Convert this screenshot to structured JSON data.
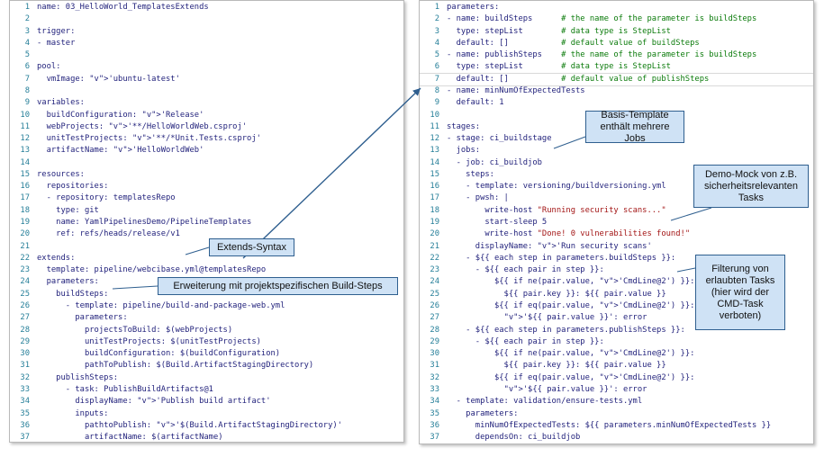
{
  "left": {
    "lines": [
      {
        "n": "1",
        "t": "name: 03_HelloWorld_TemplatesExtends"
      },
      {
        "n": "2",
        "t": ""
      },
      {
        "n": "3",
        "t": "trigger:"
      },
      {
        "n": "4",
        "t": "- master"
      },
      {
        "n": "5",
        "t": ""
      },
      {
        "n": "6",
        "t": "pool:"
      },
      {
        "n": "7",
        "t": "  vmImage: 'ubuntu-latest'"
      },
      {
        "n": "8",
        "t": ""
      },
      {
        "n": "9",
        "t": "variables:"
      },
      {
        "n": "10",
        "t": "  buildConfiguration: 'Release'"
      },
      {
        "n": "11",
        "t": "  webProjects: '**/HelloWorldWeb.csproj'"
      },
      {
        "n": "12",
        "t": "  unitTestProjects: '**/*Unit.Tests.csproj'"
      },
      {
        "n": "13",
        "t": "  artifactName: 'HelloWorldWeb'"
      },
      {
        "n": "14",
        "t": ""
      },
      {
        "n": "15",
        "t": "resources:"
      },
      {
        "n": "16",
        "t": "  repositories:"
      },
      {
        "n": "17",
        "t": "  - repository: templatesRepo"
      },
      {
        "n": "18",
        "t": "    type: git"
      },
      {
        "n": "19",
        "t": "    name: YamlPipelinesDemo/PipelineTemplates"
      },
      {
        "n": "20",
        "t": "    ref: refs/heads/release/v1"
      },
      {
        "n": "21",
        "t": ""
      },
      {
        "n": "22",
        "t": "extends:"
      },
      {
        "n": "23",
        "t": "  template: pipeline/webcibase.yml@templatesRepo"
      },
      {
        "n": "24",
        "t": "  parameters:"
      },
      {
        "n": "25",
        "t": "    buildSteps:"
      },
      {
        "n": "26",
        "t": "      - template: pipeline/build-and-package-web.yml"
      },
      {
        "n": "27",
        "t": "        parameters:"
      },
      {
        "n": "28",
        "t": "          projectsToBuild: $(webProjects)"
      },
      {
        "n": "29",
        "t": "          unitTestProjects: $(unitTestProjects)"
      },
      {
        "n": "30",
        "t": "          buildConfiguration: $(buildConfiguration)"
      },
      {
        "n": "31",
        "t": "          pathToPublish: $(Build.ArtifactStagingDirectory)"
      },
      {
        "n": "32",
        "t": "    publishSteps:"
      },
      {
        "n": "33",
        "t": "      - task: PublishBuildArtifacts@1"
      },
      {
        "n": "34",
        "t": "        displayName: 'Publish build artifact'"
      },
      {
        "n": "35",
        "t": "        inputs:"
      },
      {
        "n": "36",
        "t": "          pathtoPublish: '$(Build.ArtifactStagingDirectory)'"
      },
      {
        "n": "37",
        "t": "          artifactName: $(artifactName)"
      }
    ]
  },
  "right": {
    "lines": [
      {
        "n": "1",
        "t": "parameters:"
      },
      {
        "n": "2",
        "t": "- name: buildSteps      # the name of the parameter is buildSteps"
      },
      {
        "n": "3",
        "t": "  type: stepList        # data type is StepList"
      },
      {
        "n": "4",
        "t": "  default: []           # default value of buildSteps"
      },
      {
        "n": "5",
        "t": "- name: publishSteps    # the name of the parameter is buildSteps"
      },
      {
        "n": "6",
        "t": "  type: stepList        # data type is StepList"
      },
      {
        "n": "7",
        "t": "  default: []           # default value of publishSteps"
      },
      {
        "n": "8",
        "t": "- name: minNumOfExpectedTests"
      },
      {
        "n": "9",
        "t": "  default: 1"
      },
      {
        "n": "10",
        "t": ""
      },
      {
        "n": "11",
        "t": "stages:"
      },
      {
        "n": "12",
        "t": "- stage: ci_buildstage"
      },
      {
        "n": "13",
        "t": "  jobs:"
      },
      {
        "n": "14",
        "t": "  - job: ci_buildjob"
      },
      {
        "n": "15",
        "t": "    steps:"
      },
      {
        "n": "16",
        "t": "    - template: versioning/buildversioning.yml"
      },
      {
        "n": "17",
        "t": "    - pwsh: |"
      },
      {
        "n": "18",
        "t": "        write-host \"Running security scans...\""
      },
      {
        "n": "19",
        "t": "        start-sleep 5"
      },
      {
        "n": "20",
        "t": "        write-host \"Done! 0 vulnerabilities found!\""
      },
      {
        "n": "21",
        "t": "      displayName: 'Run security scans'"
      },
      {
        "n": "22",
        "t": "    - ${{ each step in parameters.buildSteps }}:"
      },
      {
        "n": "23",
        "t": "      - ${{ each pair in step }}:"
      },
      {
        "n": "24",
        "t": "          ${{ if ne(pair.value, 'CmdLine@2') }}:"
      },
      {
        "n": "25",
        "t": "            ${{ pair.key }}: ${{ pair.value }}"
      },
      {
        "n": "26",
        "t": "          ${{ if eq(pair.value, 'CmdLine@2') }}:"
      },
      {
        "n": "27",
        "t": "            '${{ pair.value }}': error"
      },
      {
        "n": "28",
        "t": "    - ${{ each step in parameters.publishSteps }}:"
      },
      {
        "n": "29",
        "t": "      - ${{ each pair in step }}:"
      },
      {
        "n": "30",
        "t": "          ${{ if ne(pair.value, 'CmdLine@2') }}:"
      },
      {
        "n": "31",
        "t": "            ${{ pair.key }}: ${{ pair.value }}"
      },
      {
        "n": "32",
        "t": "          ${{ if eq(pair.value, 'CmdLine@2') }}:"
      },
      {
        "n": "33",
        "t": "            '${{ pair.value }}': error"
      },
      {
        "n": "34",
        "t": "  - template: validation/ensure-tests.yml"
      },
      {
        "n": "35",
        "t": "    parameters:"
      },
      {
        "n": "36",
        "t": "      minNumOfExpectedTests: ${{ parameters.minNumOfExpectedTests }}"
      },
      {
        "n": "37",
        "t": "      dependsOn: ci_buildjob"
      }
    ]
  },
  "callouts": {
    "extends_syntax": "Extends-Syntax",
    "erweiterung": "Erweiterung mit projektspezifischen Build-Steps",
    "basis_template": "Basis-Template\nenthält mehrere Jobs",
    "demo_mock": "Demo-Mock von z.B.\nsicherheitsrelevanten\nTasks",
    "filterung": "Filterung von\nerlaubten Tasks\n(hier wird der\nCMD-Task\nverboten)"
  },
  "colors": {
    "callout_fill": "#cfe2f5",
    "callout_border": "#2f5f8f",
    "arrow": "#2f5f8f",
    "line_number": "#267f99",
    "string": "#a31515",
    "comment": "#0b7b0b"
  }
}
